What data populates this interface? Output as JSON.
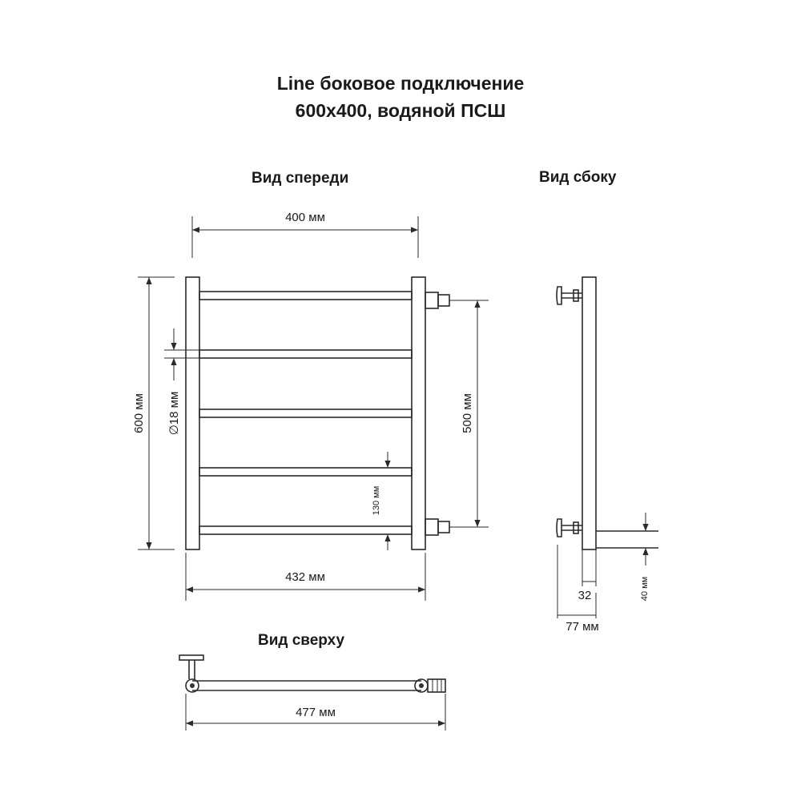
{
  "title": {
    "line1": "Line боковое подключение",
    "line2": "600x400, водяной ПСШ"
  },
  "views": {
    "front": "Вид спереди",
    "side": "Вид сбоку",
    "top": "Вид сверху"
  },
  "dimensions": {
    "width_400": "400 мм",
    "height_600": "600 мм",
    "diameter": "∅18 мм",
    "step_130": "130 мм",
    "center_500": "500 мм",
    "width_432": "432 мм",
    "depth_32": "32",
    "depth_77": "77 мм",
    "pipe_40": "40 мм",
    "width_477": "477 мм"
  }
}
